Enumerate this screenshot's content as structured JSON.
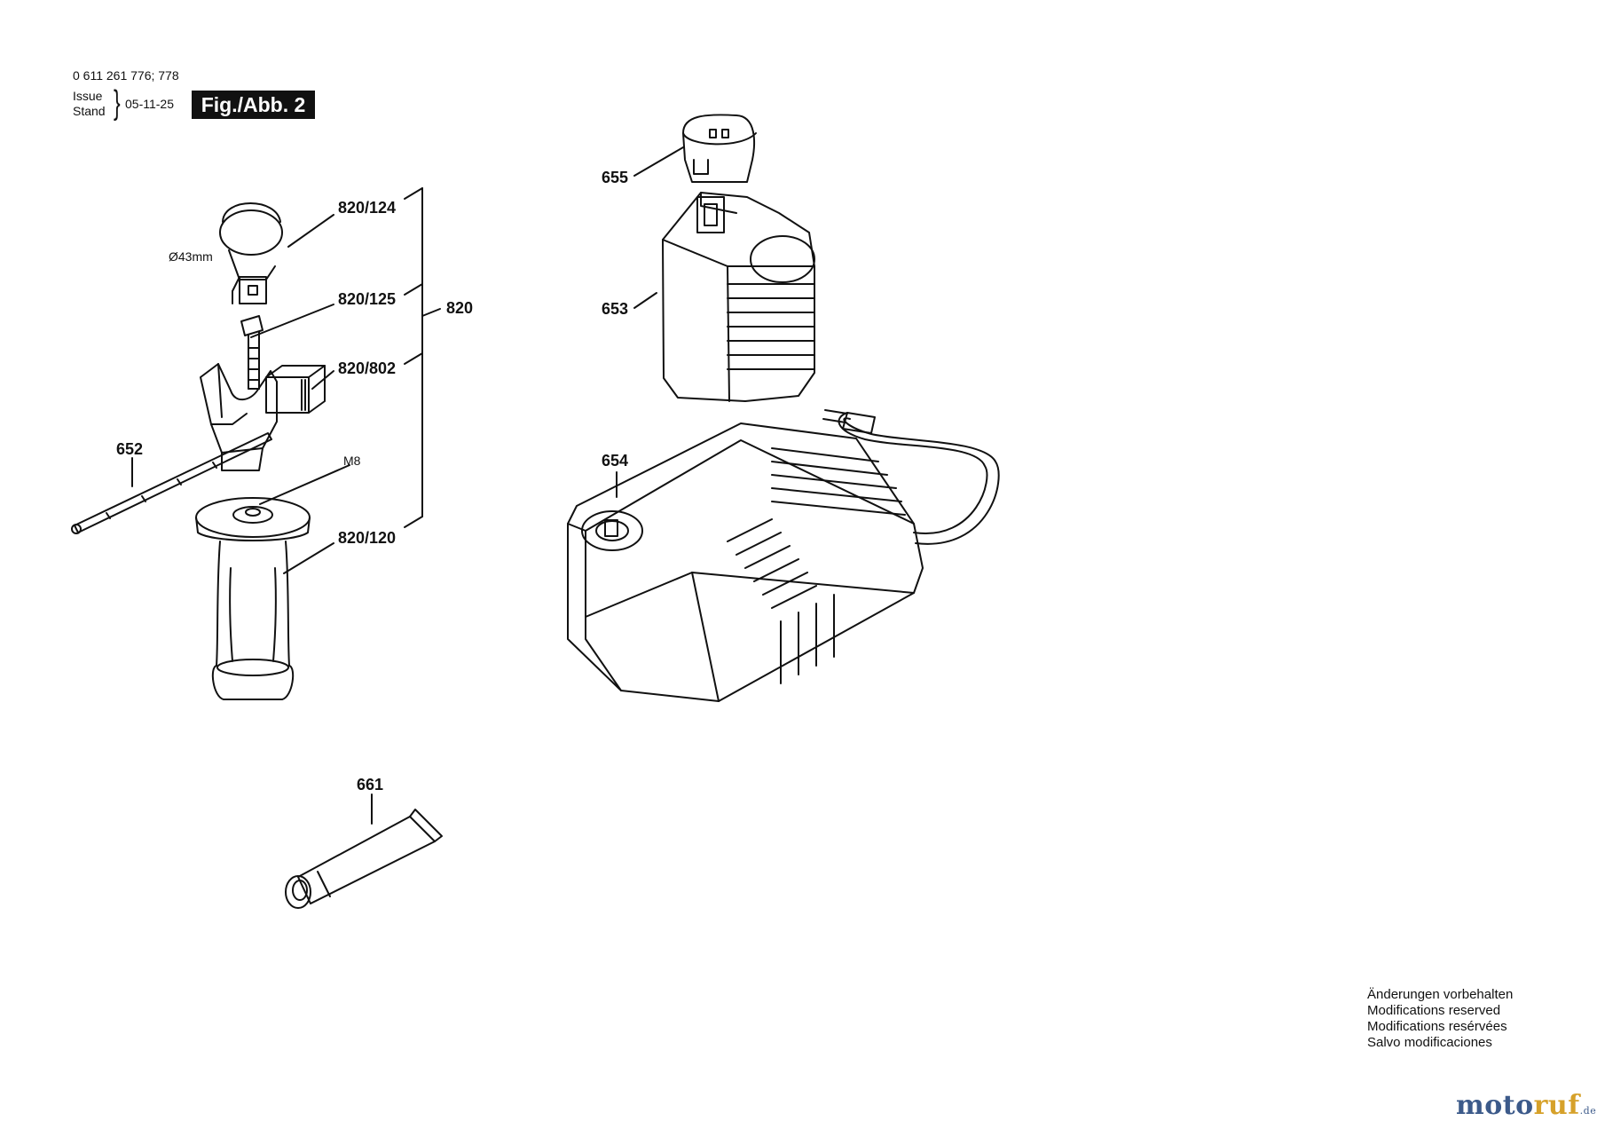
{
  "header": {
    "part_number": "0 611 261 776; 778",
    "issue_label": "Issue",
    "stand_label": "Stand",
    "date": "05-11-25",
    "figure": "Fig./Abb. 2"
  },
  "callouts": {
    "c820_124": "820/124",
    "c820_125": "820/125",
    "c820_802": "820/802",
    "c820_120": "820/120",
    "c820": "820",
    "c652": "652",
    "c655": "655",
    "c653": "653",
    "c654": "654",
    "c661": "661"
  },
  "annotations": {
    "diameter": "Ø43mm",
    "thread": "M8"
  },
  "notes": [
    "Änderungen vorbehalten",
    "Modifications reserved",
    "Modifications resérvées",
    "Salvo modificaciones"
  ],
  "watermark": {
    "part_a": "moto",
    "part_b": "ruf",
    "suffix": ".de"
  }
}
